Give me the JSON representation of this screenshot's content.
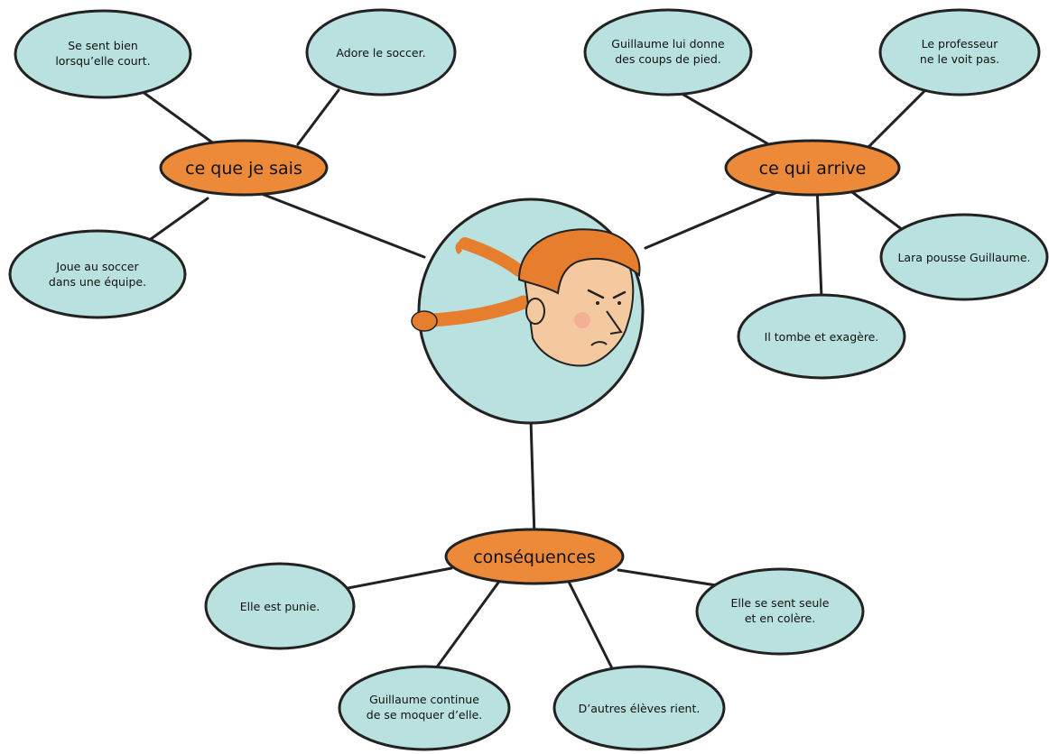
{
  "hubs": {
    "know": "ce que je sais",
    "happens": "ce qui arrive",
    "consequences": "conséquences"
  },
  "nodes": {
    "feels_good_1": "Se sent bien",
    "feels_good_2": "lorsqu’elle court.",
    "loves_soccer": "Adore le soccer.",
    "plays_team_1": "Joue au soccer",
    "plays_team_2": "dans une équipe.",
    "kicks_1": "Guillaume lui donne",
    "kicks_2": "des coups de pied.",
    "teacher_1": "Le professeur",
    "teacher_2": "ne le voit pas.",
    "pushes": "Lara pousse Guillaume.",
    "falls": "Il tombe et exagère.",
    "punished": "Elle est punie.",
    "alone_1": "Elle se sent seule",
    "alone_2": "et en colère.",
    "mocks_1": "Guillaume continue",
    "mocks_2": "de se moquer d’elle.",
    "laugh": "D’autres élèves rient."
  },
  "colors": {
    "bubble": "#b9e1df",
    "hub": "#ec8a3a",
    "outline": "#222222",
    "hair": "#e67e2e",
    "skin": "#f4c9a0"
  },
  "icons": {
    "center": "angry-girl-with-braids-illustration"
  }
}
